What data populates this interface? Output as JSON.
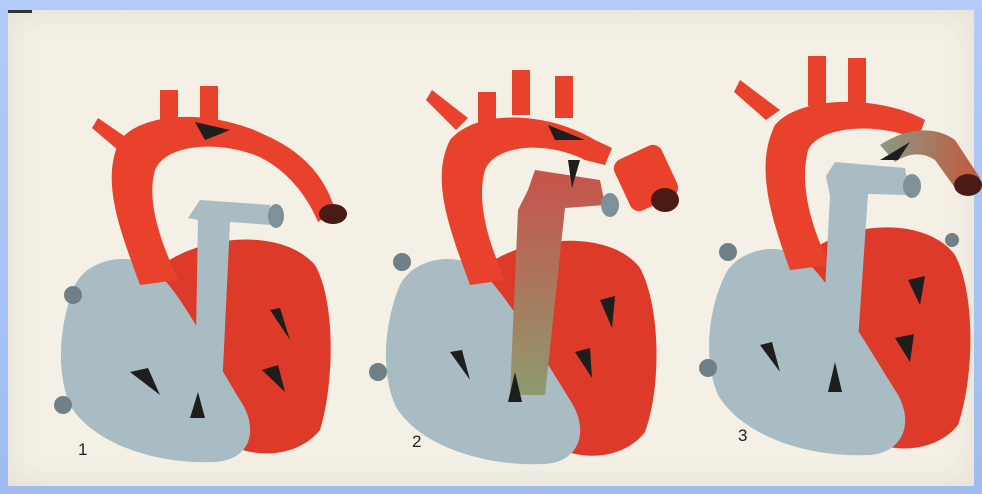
{
  "figure": {
    "labels": [
      "1",
      "2",
      "3"
    ]
  },
  "colors": {
    "background_border": "#a9c4f4",
    "paper": "#f4f0e6",
    "artery_red": "#e8412c",
    "vein_blue": "#a9bcc3",
    "ventricle_red": "#dd3a2a",
    "arrow": "#1e1e1e",
    "mixed_olive": "#8e8a56"
  },
  "icons": [
    "heart-illustration",
    "arrowhead-icon"
  ]
}
